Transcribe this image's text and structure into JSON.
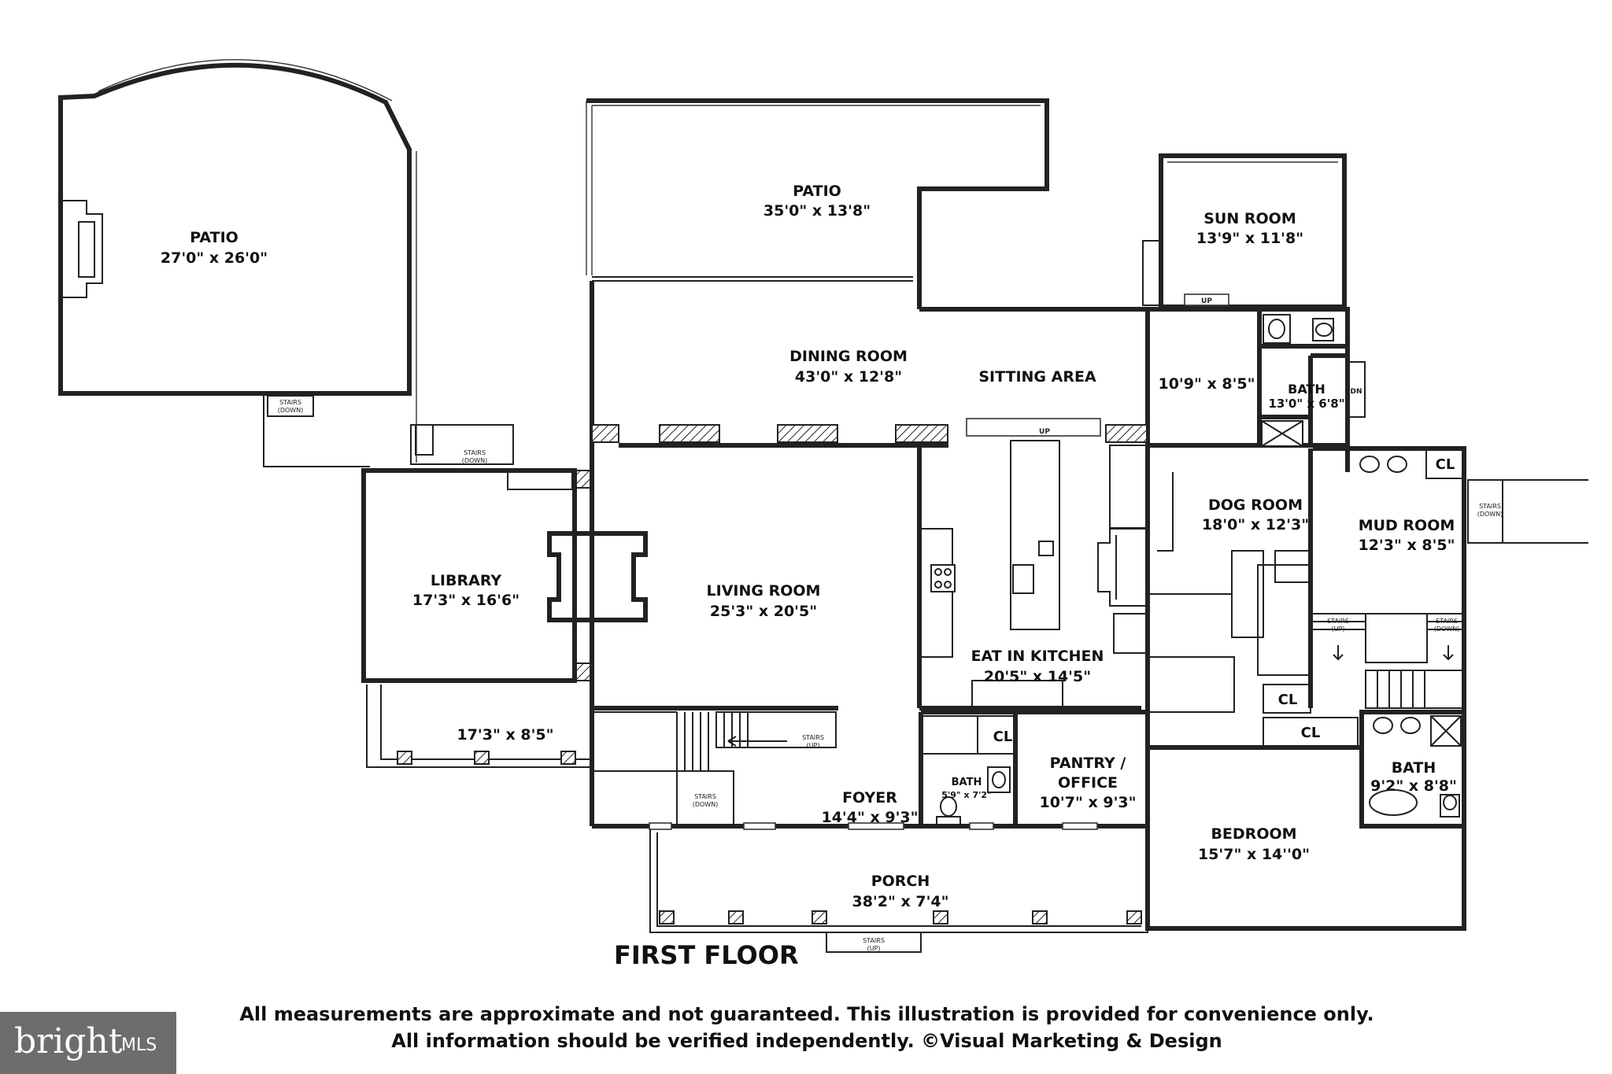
{
  "floor_title": "FIRST FLOOR",
  "disclaimer": {
    "line1": "All measurements are approximate and not guaranteed. This illustration is provided for convenience only.",
    "line2": "All information should be verified independently. ©Visual Marketing & Design"
  },
  "logo": {
    "text": "bright",
    "suffix": "MLS"
  },
  "rooms": {
    "patio_west": {
      "name": "PATIO",
      "dim": "27'0\" x 26'0\""
    },
    "patio_north": {
      "name": "PATIO",
      "dim": "35'0\" x 13'8\""
    },
    "sun_room": {
      "name": "SUN ROOM",
      "dim": "13'9\" x 11'8\""
    },
    "dining_room": {
      "name": "DINING ROOM",
      "dim": "43'0\" x 12'8\""
    },
    "sitting_area": {
      "name": "SITTING AREA"
    },
    "small_room": {
      "dim": "10'9\" x 8'5\""
    },
    "bath_upper": {
      "name": "BATH",
      "dim": "13'0\" x 6'8\""
    },
    "library": {
      "name": "LIBRARY",
      "dim": "17'3\" x 16'6\""
    },
    "living_room": {
      "name": "LIVING ROOM",
      "dim": "25'3\" x 20'5\""
    },
    "kitchen": {
      "name": "EAT IN KITCHEN",
      "dim": "20'5\" x 14'5\""
    },
    "dog_room": {
      "name": "DOG ROOM",
      "dim": "18'0\" x 12'3\""
    },
    "mud_room": {
      "name": "MUD ROOM",
      "dim": "12'3\" x 8'5\""
    },
    "porch_side": {
      "dim": "17'3\" x 8'5\""
    },
    "foyer": {
      "name": "FOYER",
      "dim": "14'4\" x 9'3\""
    },
    "bath_small": {
      "name": "BATH",
      "dim": "5'9\" x 7'2\""
    },
    "pantry": {
      "name1": "PANTRY /",
      "name2": "OFFICE",
      "dim": "10'7\" x 9'3\""
    },
    "bedroom": {
      "name": "BEDROOM",
      "dim": "15'7\" x 14''0\""
    },
    "bath_bed": {
      "name": "BATH",
      "dim": "9'2\" x 8'8\""
    },
    "porch": {
      "name": "PORCH",
      "dim": "38'2\" x 7'4\""
    }
  },
  "labels": {
    "closet": "CL",
    "up": "UP",
    "dn": "DN",
    "stairs": "STAIRS",
    "down": "(DOWN)",
    "up_paren": "(UP)"
  }
}
